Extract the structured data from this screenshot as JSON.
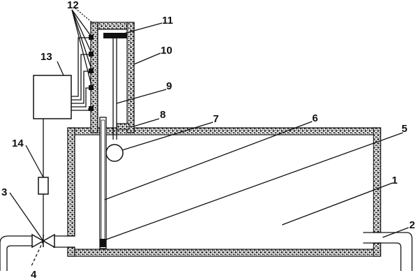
{
  "labels": {
    "l1": "1",
    "l2": "2",
    "l3": "3",
    "l4": "4",
    "l5": "5",
    "l6": "6",
    "l7": "7",
    "l8": "8",
    "l9": "9",
    "l10": "10",
    "l11": "11",
    "l12": "12",
    "l13": "13",
    "l14": "14"
  },
  "colors": {
    "ink": "#111111",
    "wall_fill": "#1a1a1a",
    "background": "#ffffff"
  }
}
